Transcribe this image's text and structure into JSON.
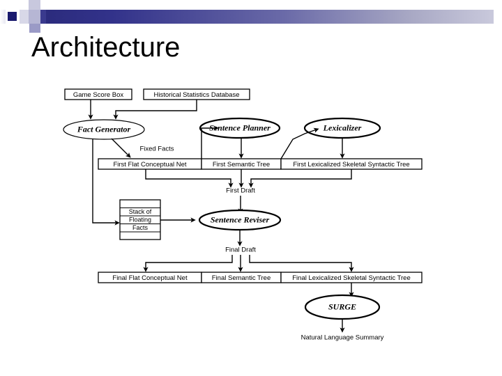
{
  "slide": {
    "title": "Architecture",
    "background_color": "#ffffff",
    "accent_color": "#2a2a7a"
  },
  "diagram": {
    "name": "architecture-flow-diagram",
    "type": "flowchart",
    "boxes": {
      "game_score_box": "Game Score Box",
      "historical_statistics_database": "Historical Statistics Database",
      "first_flat_conceptual_net": "First Flat Conceptual Net",
      "first_semantic_tree": "First Semantic Tree",
      "first_lexicalized_skeletal_syntactic_tree": "First Lexicalized Skeletal Syntactic Tree",
      "final_flat_conceptual_net": "Final Flat Conceptual Net",
      "final_semantic_tree": "Final Semantic Tree",
      "final_lexicalized_skeletal_syntactic_tree": "Final Lexicalized Skeletal Syntactic Tree",
      "stack_line_1": "Stack of",
      "stack_line_2": "Floating",
      "stack_line_3": "Facts"
    },
    "processes": {
      "fact_generator": "Fact Generator",
      "sentence_planner": "Sentence Planner",
      "lexicalizer": "Lexicalizer",
      "sentence_reviser": "Sentence Reviser",
      "surge": "SURGE"
    },
    "labels": {
      "fixed_facts": "Fixed Facts",
      "first_draft": "First Draft",
      "final_draft": "Final Draft",
      "natural_language_summary": "Natural Language Summary"
    }
  }
}
